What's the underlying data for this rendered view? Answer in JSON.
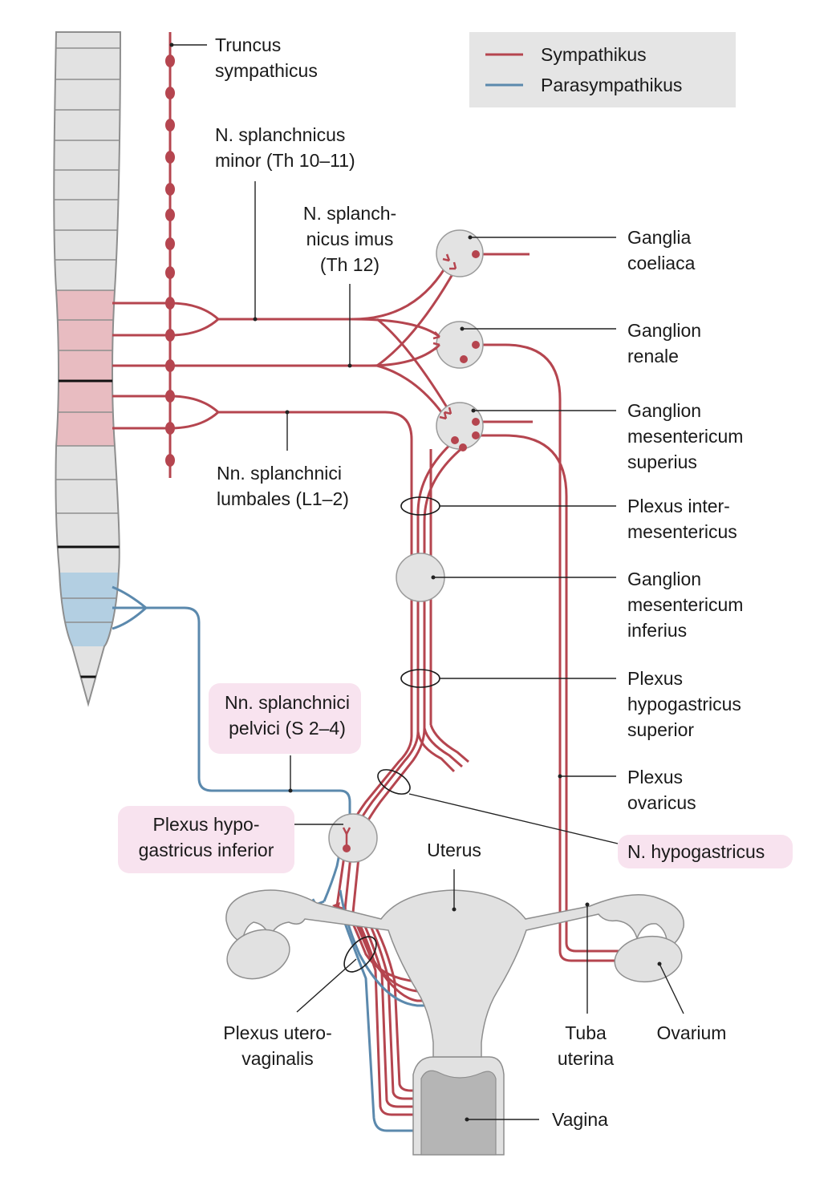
{
  "colors": {
    "sympathetic": "#b5454f",
    "parasympathetic": "#5b89ad",
    "ganglion_fill": "#e3e3e3",
    "ganglion_stroke": "#9a9a9a",
    "organ_fill": "#e1e1e1",
    "organ_stroke": "#8e8e8e",
    "vagina_lumen": "#b5b5b5",
    "segment_default": "#e2e2e2",
    "segment_sympathetic": "#e8bcc1",
    "segment_parasympathetic": "#b3cfe2",
    "highlight_box": "#f8e3ef",
    "legend_box": "#e5e5e5",
    "leader": "#222222"
  },
  "legend": {
    "sympathetic": "Sympathikus",
    "parasympathetic": "Parasympathikus"
  },
  "labels": {
    "truncus": [
      "Truncus",
      "sympathicus"
    ],
    "splanchnicus_minor": [
      "N. splanchnicus",
      "minor (Th 10–11)"
    ],
    "splanchnicus_imus": [
      "N. splanch-",
      "nicus imus",
      "(Th 12)"
    ],
    "splanchnici_lumbales": [
      "Nn. splanchnici",
      "lumbales (L1–2)"
    ],
    "splanchnici_pelvici": [
      "Nn. splanchnici",
      "pelvici (S 2–4)"
    ],
    "hypogastricus_inferior": [
      "Plexus hypo-",
      "gastricus inferior"
    ],
    "ganglia_coeliaca": [
      "Ganglia",
      "coeliaca"
    ],
    "ganglion_renale": [
      "Ganglion",
      "renale"
    ],
    "ganglion_mes_sup": [
      "Ganglion",
      "mesentericum",
      "superius"
    ],
    "plexus_intermes": [
      "Plexus inter-",
      "mesentericus"
    ],
    "ganglion_mes_inf": [
      "Ganglion",
      "mesentericum",
      "inferius"
    ],
    "plexus_hypogastricus_sup": [
      "Plexus",
      "hypogastricus",
      "superior"
    ],
    "plexus_ovaricus": [
      "Plexus",
      "ovaricus"
    ],
    "n_hypogastricus": "N. hypogastricus",
    "uterus": "Uterus",
    "plexus_uterovaginalis": [
      "Plexus utero-",
      "vaginalis"
    ],
    "tuba_uterina": [
      "Tuba",
      "uterina"
    ],
    "ovarium": "Ovarium",
    "vagina": "Vagina"
  }
}
